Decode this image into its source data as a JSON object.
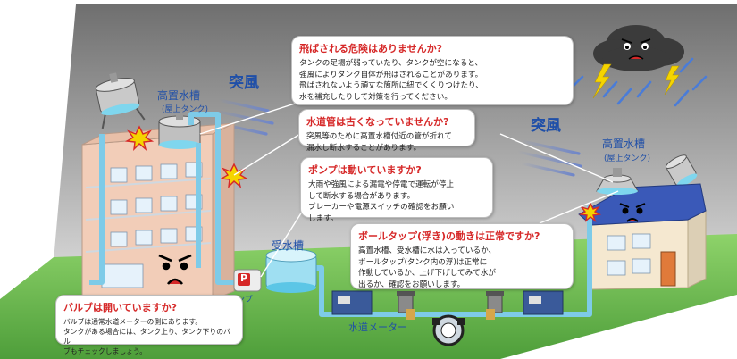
{
  "labels": {
    "elevated_tank_left": "高置水槽",
    "roof_tank_left": "(屋上タンク)",
    "gust_left": "突風",
    "gust_right": "突風",
    "elevated_tank_right": "高置水槽",
    "roof_tank_right": "(屋上タンク)",
    "receiving_tank": "受水槽",
    "pump_letter": "P",
    "pump": "ポンプ",
    "water_meter": "水道メーター"
  },
  "callouts": {
    "blown_away": {
      "title": "飛ばされる危険はありませんか?",
      "body": "タンクの足場が弱っていたり、タンクが空になると、\n強風によりタンク自体が飛ばされることがあります。\n飛ばされないよう頑丈な箇所に紐でくくりつけたり、\n水を補充したりして対策を行ってください。"
    },
    "old_pipe": {
      "title": "水道管は古くなっていませんか?",
      "body": "突風等のために高置水槽付近の管が折れて\n漏水し断水することがあります。"
    },
    "pump_working": {
      "title": "ポンプは動いていますか?",
      "body": "大雨や強風による漏電や停電で運転が停止\nして断水する場合があります。\nブレーカーや電源スイッチの確認をお願い\nします。"
    },
    "ball_tap": {
      "title": "ボールタップ(浮き)の動きは正常ですか?",
      "body": "高置水槽、受水槽に水は入っているか、\nボールタップ(タンク内の浮)は正常に\n作動しているか、上げ下げしてみて水が\n出るか、確認をお願いします。"
    },
    "valve_open": {
      "title": "バルブは開いていますか?",
      "body": "バルブは通常水道メーターの側にあります。\nタンクがある場合には、タンク上り、タンク下りのバル\nブもチェックしましょう。"
    }
  },
  "colors": {
    "title_red": "#d62828",
    "label_blue": "#1f4fa8",
    "pipe": "#7ecbe8",
    "building": "#f2cdb8",
    "roof": "#3a59b8"
  }
}
